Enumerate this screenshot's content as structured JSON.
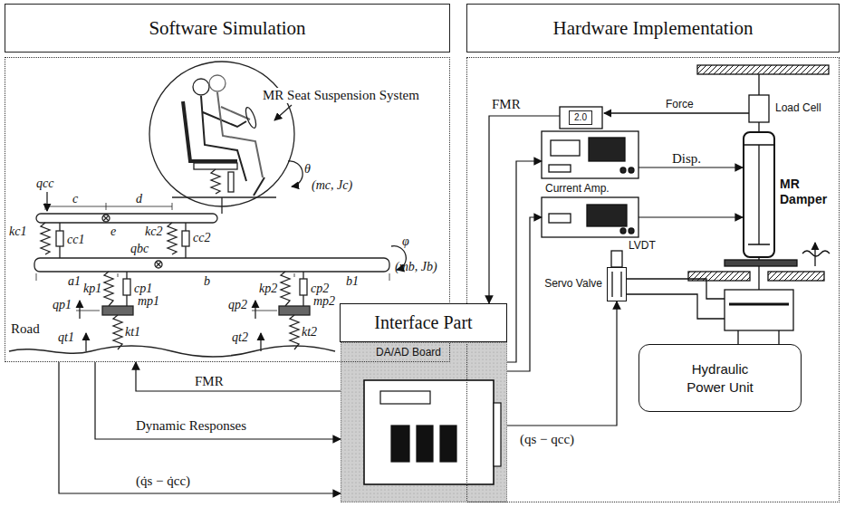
{
  "diagram": {
    "nodes": [
      {
        "text": [
          "Software Simulation"
        ]
      },
      {
        "text": [
          "Hardware Implementation"
        ]
      },
      {
        "text": [
          "2.0"
        ],
        "in": 1
      },
      {
        "text": [
          "Current Amp."
        ],
        "in": 1
      },
      {
        "text": [
          "MR Damper"
        ],
        "in": 1
      },
      {
        "text": [
          "Servo Valve"
        ],
        "in": 1
      },
      {
        "text": [
          "Hydraulic Power Unit"
        ],
        "in": 1
      },
      {
        "text": [
          "Interface Part"
        ]
      },
      {
        "text": [
          "DA/AD Board"
        ]
      }
    ],
    "edges": [
      {
        "from": 8,
        "to": 0,
        "arrow": "to",
        "label": "FMR"
      },
      {
        "from": 0,
        "to": 8,
        "arrow": "to",
        "label": "Dynamic Responses"
      },
      {
        "from": 0,
        "to": 8,
        "arrow": "to",
        "label": "(q̇s − q̇cc)"
      },
      {
        "from": 2,
        "to": 7,
        "arrow": "to",
        "label": "FMR"
      },
      {
        "from": 8,
        "to": 2,
        "arrow": "to"
      },
      {
        "from": 8,
        "to": 3,
        "arrow": "to"
      },
      {
        "from": 2,
        "to": 4,
        "arrow": "to",
        "label": "Disp."
      },
      {
        "from": 3,
        "to": 4,
        "arrow": "to"
      },
      {
        "from": 8,
        "to": 5,
        "arrow": "to",
        "label": "(qs − qcc)"
      }
    ],
    "labels": [
      "MR Seat Suspension System",
      "θ",
      "(mc, Jc)",
      "qcc",
      "c",
      "e",
      "d",
      "kc1",
      "cc1",
      "kc2",
      "cc2",
      "qbc",
      "φ",
      "(mb, Jb)",
      "a1",
      "b",
      "b1",
      "kp1",
      "cp1",
      "qp1",
      "mp1",
      "kt1",
      "qt1",
      "kp2",
      "cp2",
      "qp2",
      "mp2",
      "kt2",
      "qt2",
      "Road",
      "Force",
      "Load Cell",
      "LVDT"
    ]
  }
}
